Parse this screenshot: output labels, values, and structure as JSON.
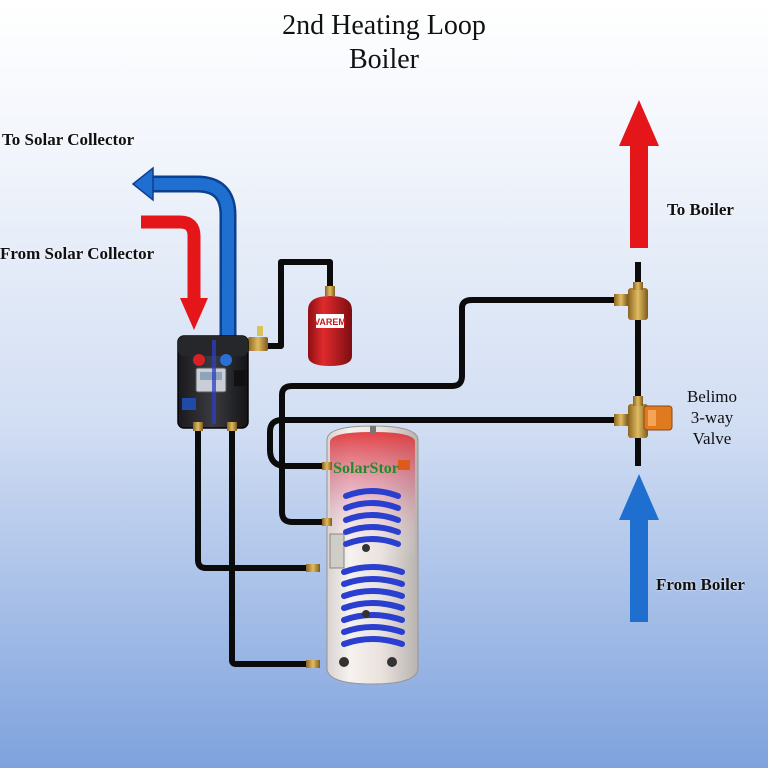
{
  "title": {
    "line1": "2nd Heating Loop",
    "line2": "Boiler"
  },
  "labels": {
    "to_solar": "To Solar Collector",
    "from_solar": "From Solar Collector",
    "to_boiler": "To Boiler",
    "from_boiler": "From Boiler",
    "valve": [
      "Belimo",
      "3-way",
      "Valve"
    ]
  },
  "brand": {
    "tank": "SolarStor",
    "expansion": "VAREM"
  },
  "colors": {
    "hot": "#e4161a",
    "cold": "#1565c0",
    "pipe": "#0b0b0b",
    "expansion_tank": "#c8181c",
    "brass": "#c59a3c",
    "actuator": "#e07a1f",
    "coil": "#2a3fd0"
  },
  "icons": [
    "up-arrow-hot-icon",
    "down-arrow-hot-icon",
    "left-arrow-cold-icon",
    "up-arrow-cold-icon",
    "pump-station-icon",
    "expansion-tank-icon",
    "storage-tank-icon",
    "three-way-valve-icon"
  ]
}
